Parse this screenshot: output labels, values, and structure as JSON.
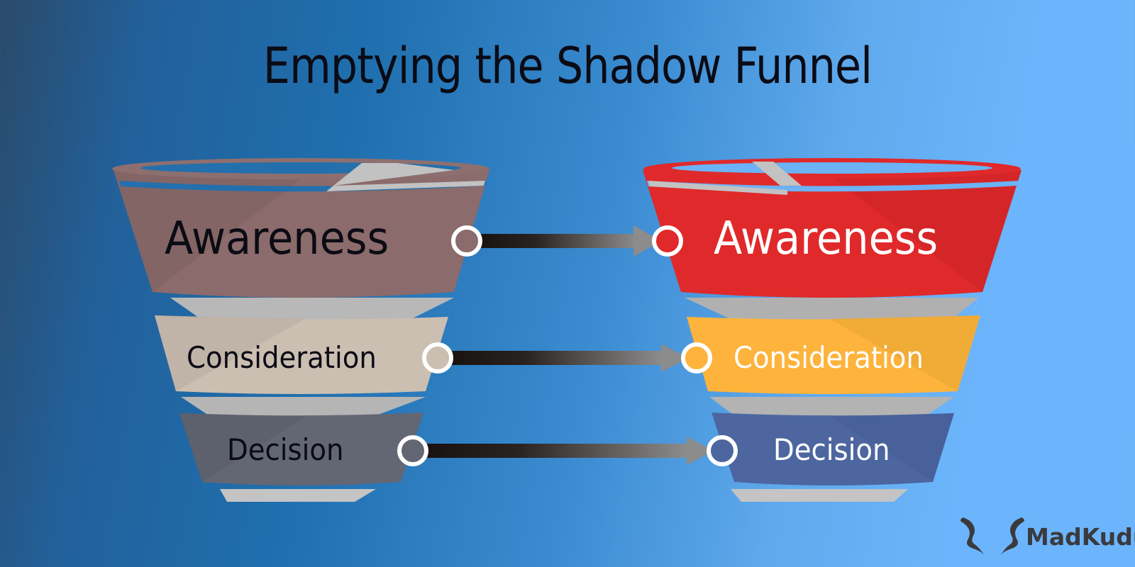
{
  "title": "Emptying the Shadow Funnel",
  "left_funnel": {
    "stages": [
      {
        "label": "Awareness",
        "color": "#8b6b6b",
        "text_color": "#0b0b14"
      },
      {
        "label": "Consideration",
        "color": "#cbbfb2",
        "text_color": "#0b0b14"
      },
      {
        "label": "Decision",
        "color": "#636773",
        "text_color": "#0b0b14"
      }
    ]
  },
  "right_funnel": {
    "stages": [
      {
        "label": "Awareness",
        "color": "#e0292a",
        "text_color": "#ffffff"
      },
      {
        "label": "Consideration",
        "color": "#fdb33c",
        "text_color": "#ffffff"
      },
      {
        "label": "Decision",
        "color": "#4d66a0",
        "text_color": "#ffffff"
      }
    ]
  },
  "arrows": [
    {
      "from": "left.awareness",
      "to": "right.awareness"
    },
    {
      "from": "left.consideration",
      "to": "right.consideration"
    },
    {
      "from": "left.decision",
      "to": "right.decision"
    }
  ],
  "logo": {
    "text": "MadKudu",
    "icon": "kudu-horns-icon"
  }
}
